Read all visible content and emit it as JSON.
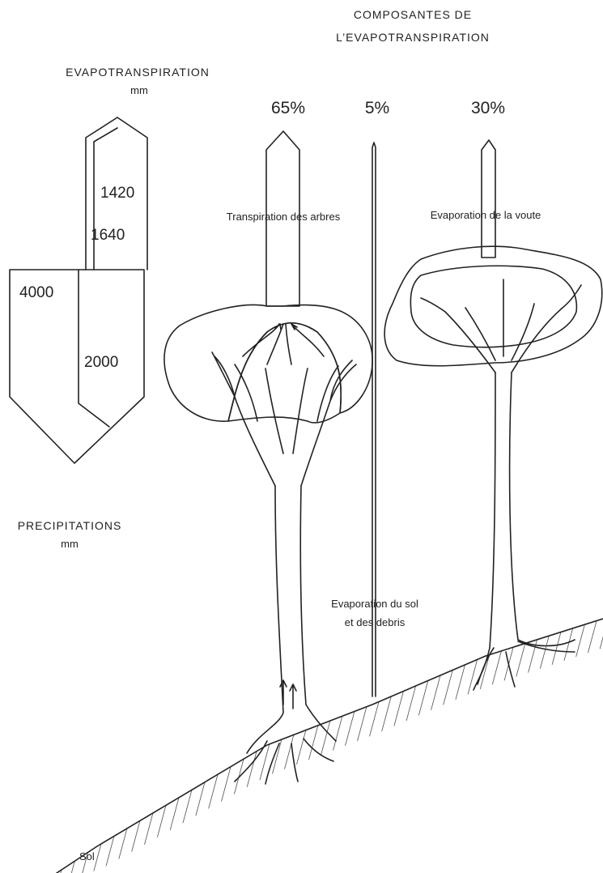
{
  "header": {
    "components_title_line1": "COMPOSANTES  DE",
    "components_title_line2": "L’EVAPOTRANSPIRATION"
  },
  "evapotranspiration": {
    "title": "EVAPOTRANSPIRATION",
    "unit": "mm"
  },
  "precipitations": {
    "title": "PRECIPITATIONS",
    "unit": "mm"
  },
  "values": {
    "v1420": "1420",
    "v1640": "1640",
    "v4000": "4000",
    "v2000": "2000"
  },
  "components": [
    {
      "percent": "65%",
      "label": "Transpiration des arbres"
    },
    {
      "percent": "5%",
      "label_line1": "Evaporation du sol",
      "label_line2": "et des debris"
    },
    {
      "percent": "30%",
      "label": "Evaporation de la voute"
    }
  ],
  "ground": {
    "label": "Sol"
  },
  "colors": {
    "ink": "#222222",
    "background": "#ffffff"
  }
}
